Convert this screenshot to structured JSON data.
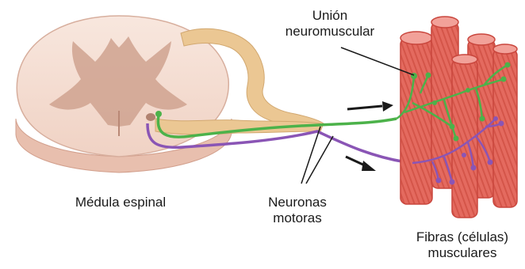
{
  "labels": {
    "union_line1": "Unión",
    "union_line2": "neuromuscular",
    "medula": "Médula espinal",
    "neuronas_line1": "Neuronas",
    "neuronas_line2": "motoras",
    "fibras_line1": "Fibras (células)",
    "fibras_line2": "musculares"
  },
  "colors": {
    "spinal_outer": "#f6e1d6",
    "spinal_edge": "#d9b3a3",
    "gray_matter": "#cfa28f",
    "nerve": "#eac792",
    "green_neuron": "#4cb24a",
    "purple_neuron": "#8a55b5",
    "muscle": "#e46a5f",
    "muscle_dark": "#c9463d",
    "muscle_light": "#f2a199"
  }
}
